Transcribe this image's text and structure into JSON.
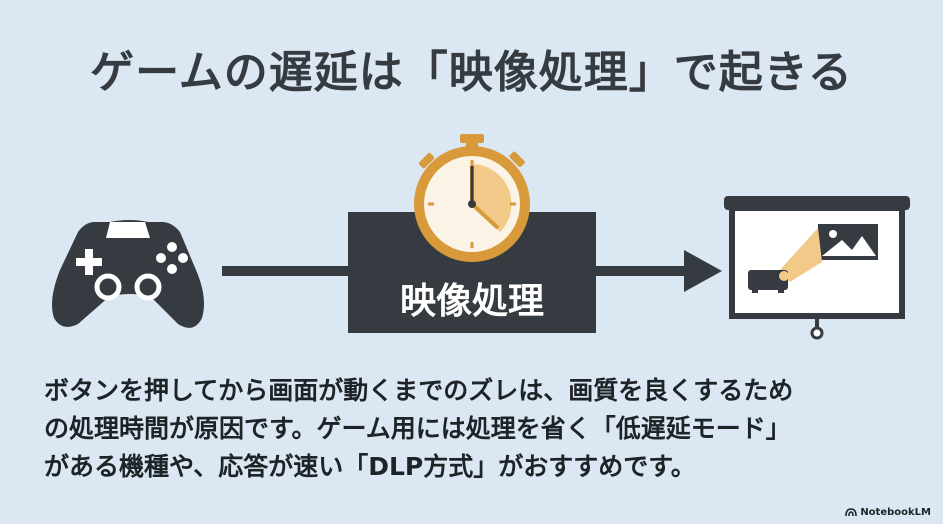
{
  "title": "ゲームの遅延は「映像処理」で起きる",
  "process_label": "映像処理",
  "body_lines": [
    "ボタンを押してから画面が動くまでのズレは、画質を良くするため",
    "の処理時間が原因です。ゲーム用には処理を省く「低遅延モード」",
    "がある機種や、応答が速い「DLP方式」がおすすめです。"
  ],
  "badge": "NotebookLM",
  "colors": {
    "background": "#dbe8f3",
    "dark": "#353b40",
    "accent": "#d89a3a",
    "accent_light": "#f3c98a"
  },
  "icons": [
    "gamepad-icon",
    "stopwatch-icon",
    "projector-screen-icon"
  ]
}
